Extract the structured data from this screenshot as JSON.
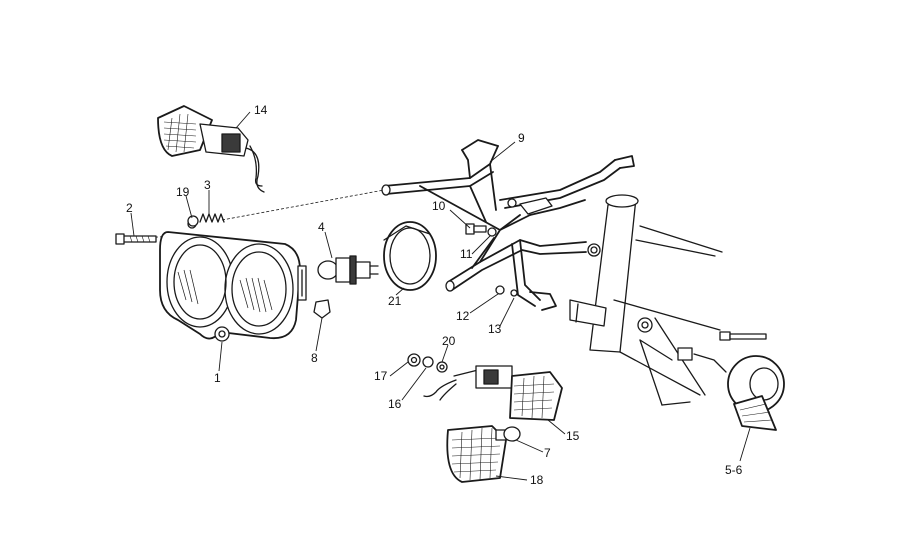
{
  "labels": [
    {
      "id": "p1",
      "text": "1"
    },
    {
      "id": "p2",
      "text": "2"
    },
    {
      "id": "p3",
      "text": "3"
    },
    {
      "id": "p4",
      "text": "4"
    },
    {
      "id": "p5-6",
      "text": "5-6"
    },
    {
      "id": "p7",
      "text": "7"
    },
    {
      "id": "p8",
      "text": "8"
    },
    {
      "id": "p9",
      "text": "9"
    },
    {
      "id": "p10",
      "text": "10"
    },
    {
      "id": "p11",
      "text": "11"
    },
    {
      "id": "p12",
      "text": "12"
    },
    {
      "id": "p13",
      "text": "13"
    },
    {
      "id": "p14",
      "text": "14"
    },
    {
      "id": "p15",
      "text": "15"
    },
    {
      "id": "p16",
      "text": "16"
    },
    {
      "id": "p17",
      "text": "17"
    },
    {
      "id": "p18",
      "text": "18"
    },
    {
      "id": "p19",
      "text": "19"
    },
    {
      "id": "p20",
      "text": "20"
    },
    {
      "id": "p21",
      "text": "21"
    }
  ]
}
